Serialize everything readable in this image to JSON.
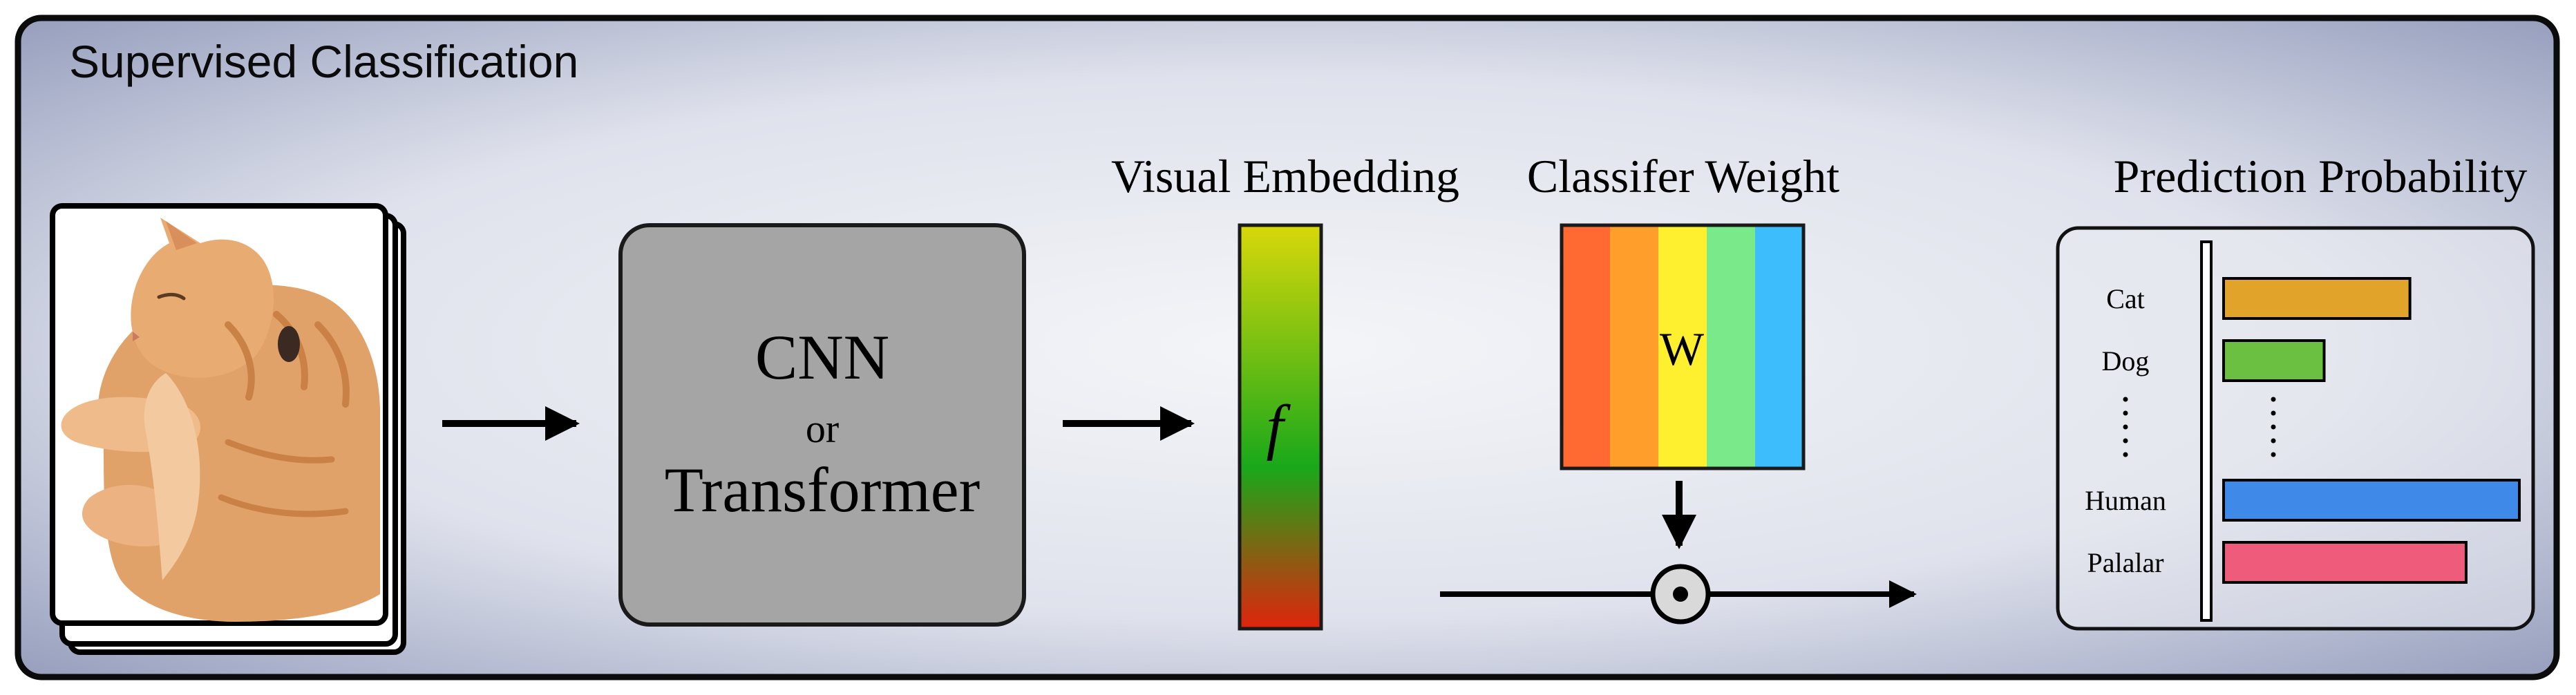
{
  "title": "Supervised Classification",
  "encoder": {
    "line1": "CNN",
    "line2": "or",
    "line3": "Transformer"
  },
  "embedding": {
    "label": "Visual Embedding",
    "symbol": "f",
    "gradient": [
      "#d8d80a",
      "#19a81a",
      "#e0240d"
    ]
  },
  "classifier": {
    "label": "Classifer Weight",
    "symbol": "W",
    "stripes": [
      "#ff6a33",
      "#ff9e2a",
      "#fff02f",
      "#7ae98a",
      "#3ebdfd"
    ]
  },
  "prediction": {
    "label": "Prediction Probability",
    "classes": [
      {
        "name": "Cat",
        "prob": 0.63,
        "color": "#e1a32a"
      },
      {
        "name": "Dog",
        "prob": 0.34,
        "color": "#6cc041"
      },
      {
        "name": "Human",
        "prob": 1.0,
        "color": "#3f8ae8"
      },
      {
        "name": "Palalar",
        "prob": 0.82,
        "color": "#ef5b7a"
      }
    ]
  },
  "image": {
    "subject": "cat"
  }
}
